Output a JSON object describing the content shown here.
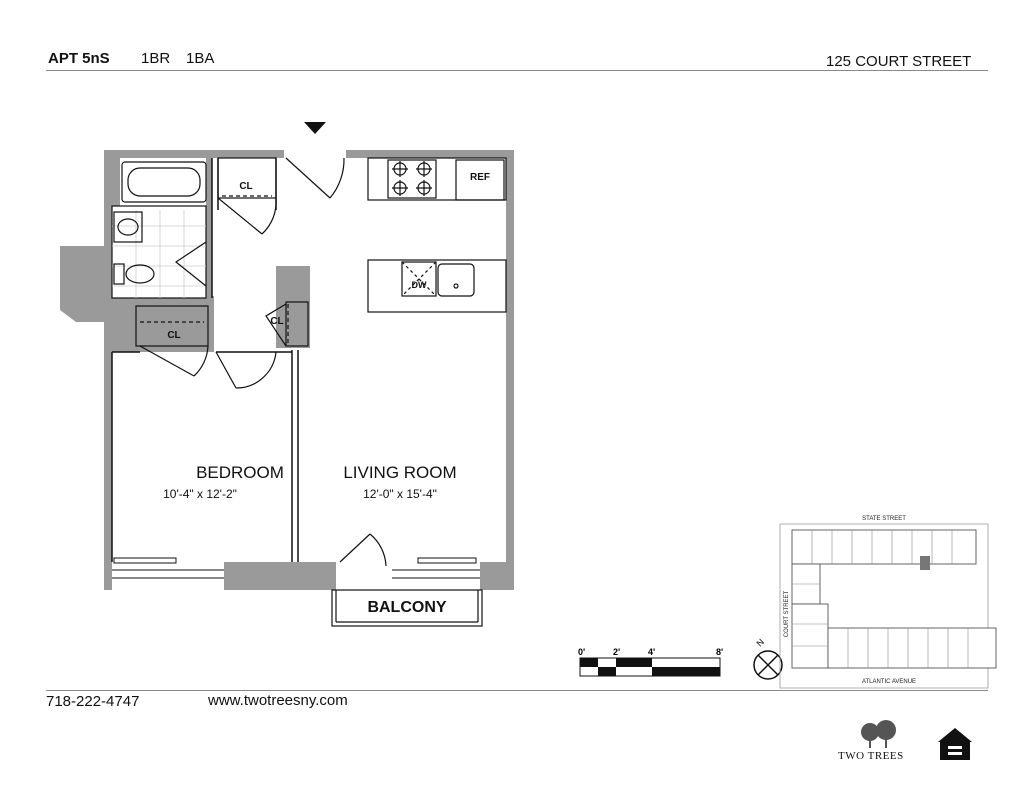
{
  "header": {
    "unit": "APT 5nS",
    "bedrooms": "1BR",
    "bathrooms": "1BA",
    "address": "125 COURT STREET"
  },
  "rooms": {
    "bedroom": {
      "name": "BEDROOM",
      "dims": "10'-4\" x 12'-2\""
    },
    "living": {
      "name": "LIVING ROOM",
      "dims": "12'-0\" x 15'-4\""
    },
    "balcony": "BALCONY",
    "closet": "CL",
    "refrigerator": "REF",
    "dishwasher": "DW"
  },
  "scale": [
    "0'",
    "2'",
    "4'",
    "8'"
  ],
  "site_map": {
    "north_street": "STATE STREET",
    "west_street": "COURT STREET",
    "south_street": "ATLANTIC AVENUE",
    "north_label": "N"
  },
  "footer": {
    "phone": "718-222-4747",
    "website": "www.twotreesny.com",
    "brand": "TWO TREES"
  },
  "colors": {
    "wall": "#9a9a9a",
    "line": "#111111"
  }
}
